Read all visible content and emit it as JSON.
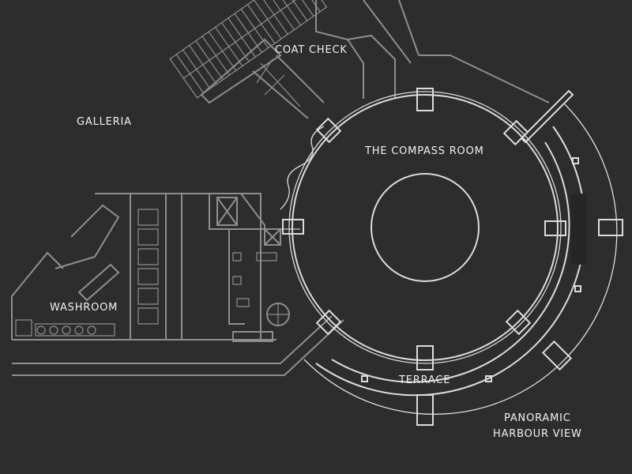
{
  "floorplan": {
    "labels": {
      "coat_check": "COAT CHECK",
      "galleria": "GALLERIA",
      "compass_room": "THE COMPASS ROOM",
      "washroom": "WASHROOM",
      "terrace": "TERRACE",
      "panoramic_line1": "PANORAMIC",
      "panoramic_line2": "HARBOUR VIEW"
    },
    "colors": {
      "background": "#2d2d2d",
      "walls": "#dcdcdc",
      "secondary_walls": "#8e8e8e"
    }
  }
}
